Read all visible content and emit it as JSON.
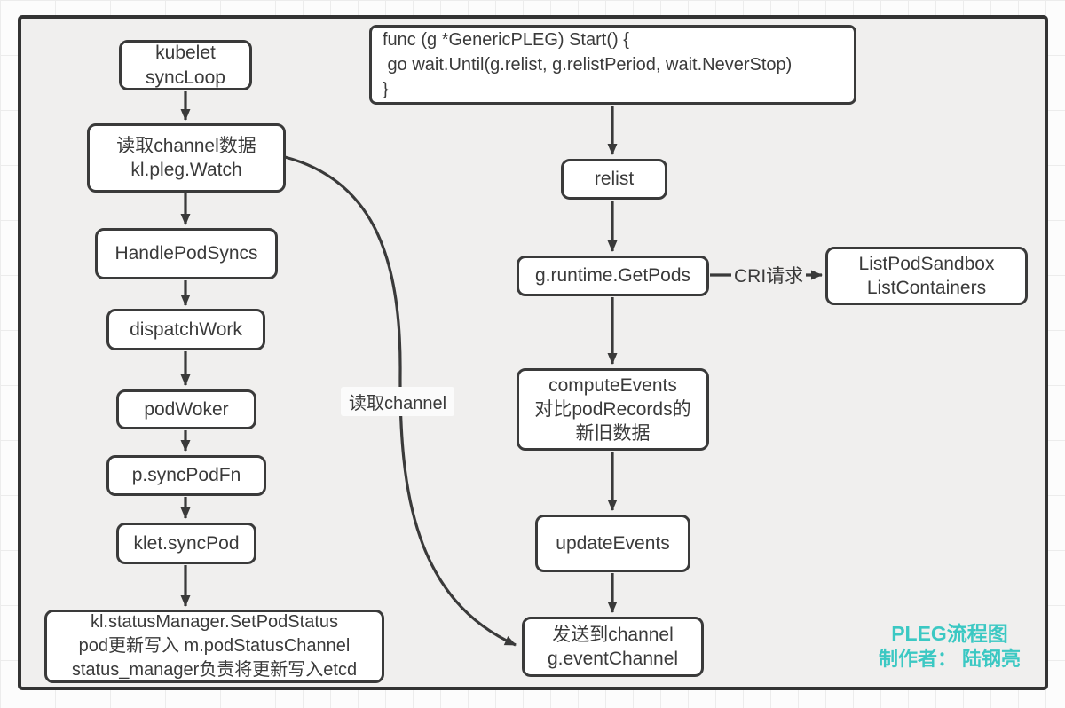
{
  "frame": {
    "background": "#f0efee",
    "border_color": "#333333",
    "box_border_color": "#3a3a3a"
  },
  "nodes": {
    "kubelet_syncloop": {
      "label": "kubelet\nsyncLoop"
    },
    "read_channel_watch": {
      "label": "读取channel数据\nkl.pleg.Watch"
    },
    "handle_pod_syncs": {
      "label": "HandlePodSyncs"
    },
    "dispatch_work": {
      "label": "dispatchWork"
    },
    "pod_woker": {
      "label": "podWoker"
    },
    "p_sync_pod_fn": {
      "label": "p.syncPodFn"
    },
    "klet_sync_pod": {
      "label": "klet.syncPod"
    },
    "status_manager": {
      "label": "kl.statusManager.SetPodStatus\npod更新写入 m.podStatusChannel\nstatus_manager负责将更新写入etcd"
    },
    "pleg_start_code": {
      "label": "func (g *GenericPLEG) Start() {\n go wait.Until(g.relist, g.relistPeriod, wait.NeverStop)\n}"
    },
    "relist": {
      "label": "relist"
    },
    "get_pods": {
      "label": "g.runtime.GetPods"
    },
    "list_pod_sandbox": {
      "label": "ListPodSandbox\nListContainers"
    },
    "compute_events": {
      "label": "computeEvents\n对比podRecords的\n新旧数据"
    },
    "update_events": {
      "label": "updateEvents"
    },
    "send_to_channel": {
      "label": "发送到channel\ng.eventChannel"
    }
  },
  "edge_labels": {
    "cri_request": "CRI请求",
    "read_channel": "读取channel"
  },
  "credit": {
    "title": "PLEG流程图",
    "author": "制作者： 陆钢亮",
    "color": "#3bc8c3"
  }
}
